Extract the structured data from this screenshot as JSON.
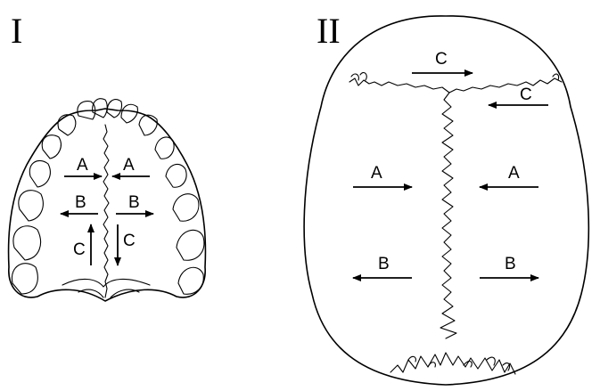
{
  "panels": [
    {
      "numeral": "I",
      "labels": {
        "a_left": "A",
        "a_right": "A",
        "b_left": "B",
        "b_right": "B",
        "c_left": "C",
        "c_right": "C"
      }
    },
    {
      "numeral": "II",
      "labels": {
        "c_top": "C",
        "c_right": "C",
        "a_left": "A",
        "a_right": "A",
        "b_left": "B",
        "b_right": "B"
      }
    }
  ],
  "colors": {
    "ink": "#000000",
    "background": "#ffffff"
  }
}
